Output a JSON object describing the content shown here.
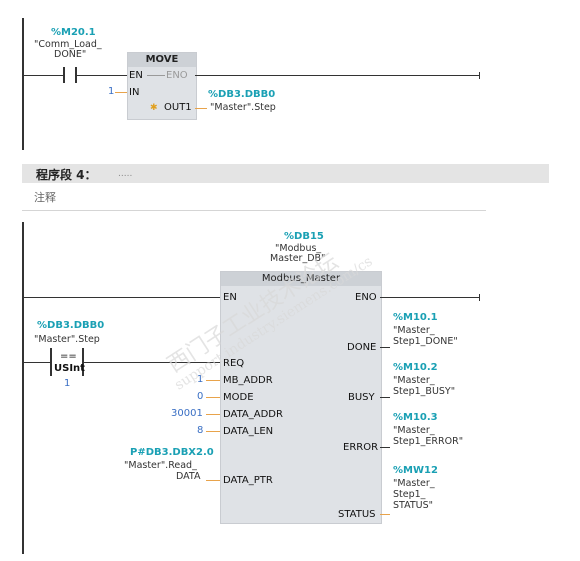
{
  "network3": {
    "contact": {
      "tag": "%M20.1",
      "name_l1": "\"Comm_Load_",
      "name_l2": "DONE\""
    },
    "move": {
      "title": "MOVE",
      "en": "EN",
      "eno": "ENO",
      "in_pin": "IN",
      "in_value": "1",
      "out_pin": "OUT1",
      "out_tag": "%DB3.DBB0",
      "out_name": "\"Master\".Step"
    }
  },
  "network4": {
    "title": "程序段 4：",
    "dots": ".....",
    "comment": "注释",
    "compare": {
      "tag": "%DB3.DBB0",
      "name": "\"Master\".Step",
      "op": "==",
      "type": "USInt",
      "value": "1"
    },
    "modbus": {
      "db_tag": "%DB15",
      "db_l1": "\"Modbus_",
      "db_l2": "Master_DB\"",
      "title": "Modbus_Master",
      "en": "EN",
      "eno": "ENO",
      "inputs": [
        {
          "pin": "REQ",
          "value": ""
        },
        {
          "pin": "MB_ADDR",
          "value": "1"
        },
        {
          "pin": "MODE",
          "value": "0"
        },
        {
          "pin": "DATA_ADDR",
          "value": "30001"
        },
        {
          "pin": "DATA_LEN",
          "value": "8"
        },
        {
          "pin": "DATA_PTR",
          "value": ""
        }
      ],
      "data_ptr": {
        "tag": "P#DB3.DBX2.0",
        "name_l1": "\"Master\".Read_",
        "name_l2": "DATA"
      },
      "outputs": [
        {
          "pin": "DONE",
          "tag": "%M10.1",
          "l1": "\"Master_",
          "l2": "Step1_DONE\""
        },
        {
          "pin": "BUSY",
          "tag": "%M10.2",
          "l1": "\"Master_",
          "l2": "Step1_BUSY\""
        },
        {
          "pin": "ERROR",
          "tag": "%M10.3",
          "l1": "\"Master_",
          "l2": "Step1_ERROR\""
        },
        {
          "pin": "STATUS",
          "tag": "%MW12",
          "l1": "\"Master_",
          "l2": "Step1_",
          "l3": "STATUS\""
        }
      ]
    }
  },
  "watermark": {
    "line1": "西门子工业技术论坛",
    "line2": "support.industry.siemens.com/cs"
  },
  "colors": {
    "tag": "#1aa0b4",
    "literal": "#3a6fc4",
    "wire": "#333333",
    "output_wire": "#e8a34b",
    "block": "#dfe2e6"
  }
}
